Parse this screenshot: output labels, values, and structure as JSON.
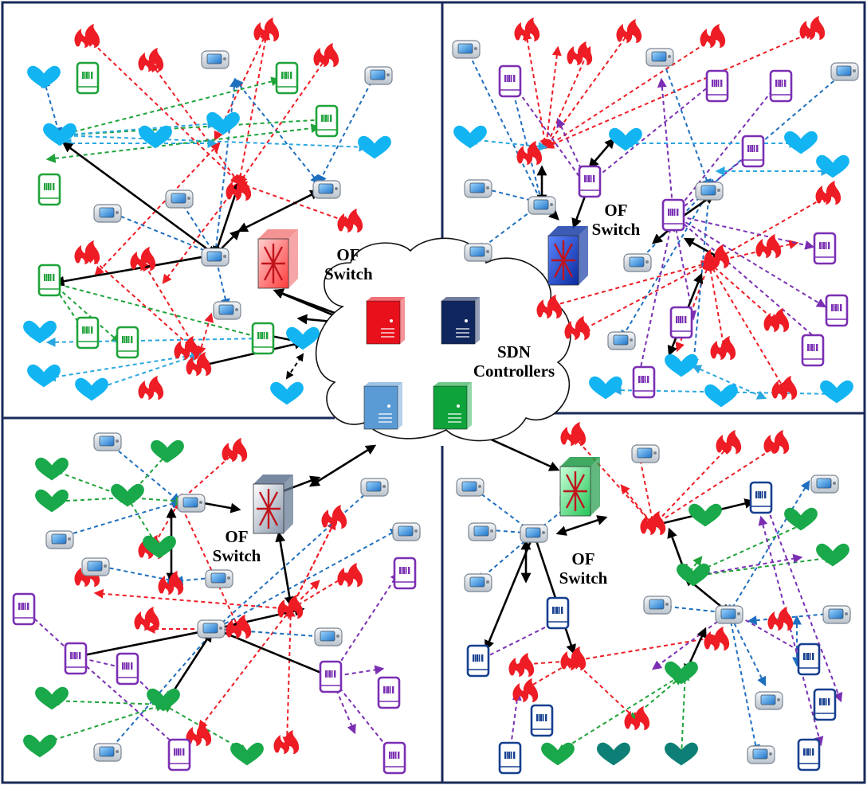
{
  "labels": {
    "switch_top_left": "OF Switch",
    "switch_top_right": "OF Switch",
    "switch_bottom_left": "OF Switch",
    "switch_bottom_right": "OF Switch",
    "controllers": "SDN Controllers"
  },
  "colors": {
    "red_link": "#ee1c24",
    "blue_link": "#1f6fbf",
    "green_link": "#1fa33a",
    "purple_link": "#7a2fb3",
    "cyan_link": "#2aa7e0",
    "control_link": "#000000",
    "border": "#1a2a5a",
    "heart_cyan": "#13b4f2",
    "heart_green": "#19a84a",
    "heart_teal": "#0e7f77",
    "controller_red": "#e8101a",
    "controller_navy": "#10265e",
    "controller_blue": "#5b9bd5",
    "controller_green": "#0fa33c",
    "switch_red": "#ff5a5a",
    "switch_blue": "#1847c9",
    "switch_gray": "#9aa7b8",
    "switch_green": "#4ee37a"
  },
  "icon_types": [
    "fire-sensor-icon",
    "heart-sensor-icon",
    "tablet-device-icon",
    "pager-device-icon",
    "openflow-switch-icon",
    "sdn-controller-server-icon",
    "cloud-icon"
  ]
}
